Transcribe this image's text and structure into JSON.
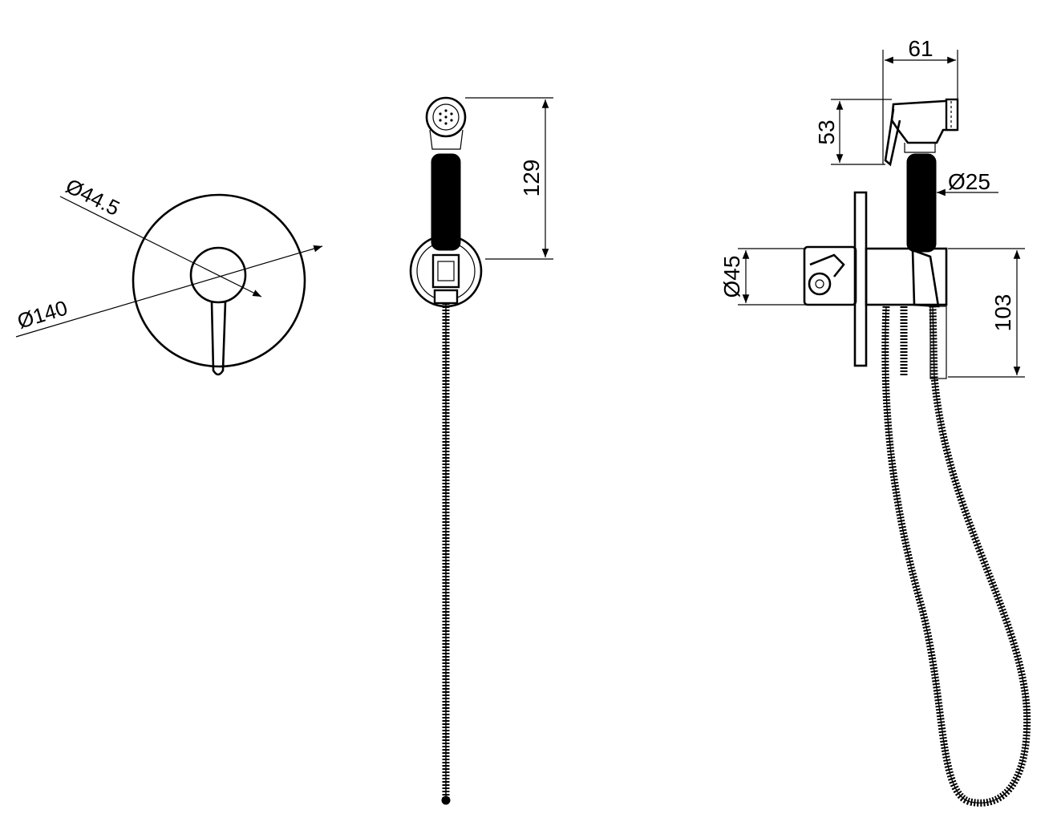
{
  "dimensions": {
    "plate_diameter": "Ø140",
    "lever_hub_diameter": "Ø44.5",
    "handset_height": "129",
    "head_width": "61",
    "head_height": "53",
    "handle_diameter": "Ø25",
    "holder_diameter": "Ø45",
    "holder_height": "103"
  },
  "colors": {
    "line": "#000000",
    "background": "#ffffff"
  }
}
